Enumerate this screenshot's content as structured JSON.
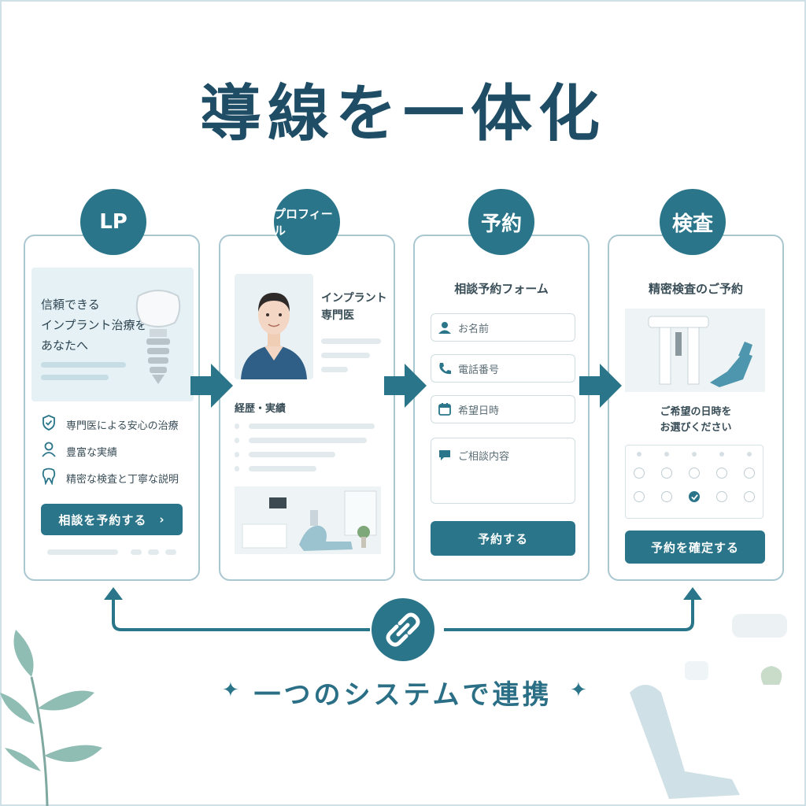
{
  "title": "導線を一体化",
  "subtitle": "一つのシステムで連携",
  "steps": [
    {
      "badge": "LP",
      "hero_text": [
        "信頼できる",
        "インプラント治療を",
        "あなたへ"
      ],
      "features": [
        "専門医による安心の治療",
        "豊富な実績",
        "精密な検査と丁寧な説明"
      ],
      "feature_icons": [
        "shield-check-icon",
        "person-icon",
        "tooth-icon"
      ],
      "cta": "相談を予約する",
      "cta_chevron": "›"
    },
    {
      "badge": "プロフィール",
      "doctor_role": [
        "インプラント",
        "専門医"
      ],
      "section_label": "経歴・実績"
    },
    {
      "badge": "予約",
      "form_title": "相談予約フォーム",
      "fields": [
        {
          "placeholder": "お名前",
          "icon": "person-icon"
        },
        {
          "placeholder": "電話番号",
          "icon": "phone-icon"
        },
        {
          "placeholder": "希望日時",
          "icon": "calendar-icon"
        },
        {
          "placeholder": "ご相談内容",
          "icon": "chat-icon"
        }
      ],
      "submit": "予約する"
    },
    {
      "badge": "検査",
      "heading": "精密検査のご予約",
      "prompt": [
        "ご希望の日時を",
        "お選びください"
      ],
      "confirm": "予約を確定する",
      "selected_slot": {
        "row": 2,
        "col": 3
      }
    }
  ],
  "colors": {
    "primary": "#2a7589",
    "dark": "#1f4d66",
    "border": "#a9c7d0",
    "panel": "#e6f1f5"
  }
}
